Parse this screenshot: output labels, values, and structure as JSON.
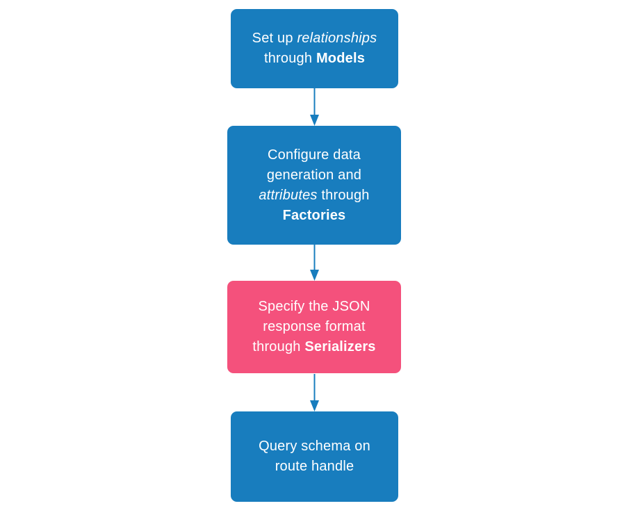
{
  "page": {
    "background": "#FFFFFF"
  },
  "colors": {
    "node_blue": "#187DBE",
    "node_pink": "#F4517C",
    "arrow": "#187DBE",
    "text": "#FFFFFF"
  },
  "flowchart": {
    "direction": "vertical",
    "nodes": [
      {
        "id": "models",
        "fill": "#187DBE",
        "lines": [
          {
            "segments": [
              {
                "text": "Set up ",
                "style": "normal"
              },
              {
                "text": "relationships",
                "style": "italic"
              }
            ]
          },
          {
            "segments": [
              {
                "text": "through ",
                "style": "normal"
              },
              {
                "text": "Models",
                "style": "bold"
              }
            ]
          }
        ]
      },
      {
        "id": "factories",
        "fill": "#187DBE",
        "lines": [
          {
            "segments": [
              {
                "text": "Configure data",
                "style": "normal"
              }
            ]
          },
          {
            "segments": [
              {
                "text": "generation and",
                "style": "normal"
              }
            ]
          },
          {
            "segments": [
              {
                "text": "attributes",
                "style": "italic"
              },
              {
                "text": " through",
                "style": "normal"
              }
            ]
          },
          {
            "segments": [
              {
                "text": "Factories",
                "style": "bold"
              }
            ]
          }
        ]
      },
      {
        "id": "serializers",
        "fill": "#F4517C",
        "lines": [
          {
            "segments": [
              {
                "text": "Specify the JSON",
                "style": "normal"
              }
            ]
          },
          {
            "segments": [
              {
                "text": "response format",
                "style": "normal"
              }
            ]
          },
          {
            "segments": [
              {
                "text": "through ",
                "style": "normal"
              },
              {
                "text": "Serializers",
                "style": "bold"
              }
            ]
          }
        ]
      },
      {
        "id": "query-schema",
        "fill": "#187DBE",
        "lines": [
          {
            "segments": [
              {
                "text": "Query schema on",
                "style": "normal"
              }
            ]
          },
          {
            "segments": [
              {
                "text": "route handle",
                "style": "normal"
              }
            ]
          }
        ]
      }
    ],
    "arrows": [
      {
        "id": "models-to-factories"
      },
      {
        "id": "factories-to-serializers"
      },
      {
        "id": "serializers-to-query-schema"
      }
    ]
  }
}
